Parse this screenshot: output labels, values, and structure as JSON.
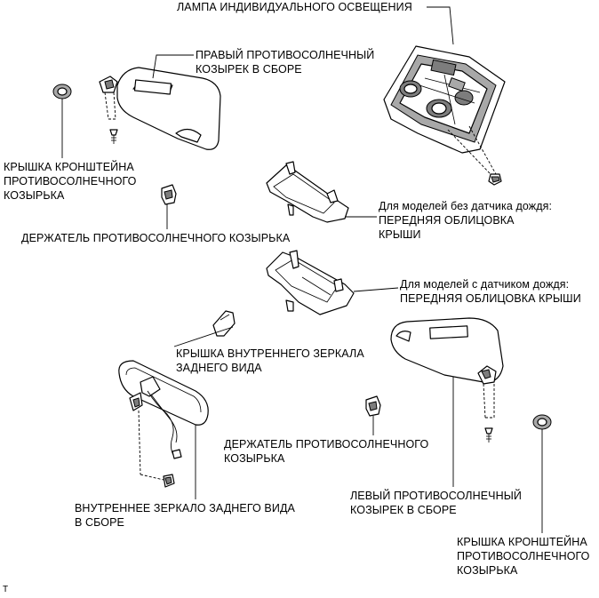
{
  "labels": {
    "lamp": "ЛАМПА ИНДИВИДУАЛЬНОГО ОСВЕЩЕНИЯ",
    "right_visor": [
      "ПРАВЫЙ ПРОТИВОСОЛНЕЧНЫЙ",
      "КОЗЫРЕК В СБОРЕ"
    ],
    "bracket_cover_top": [
      "КРЫШКА КРОНШТЕЙНА",
      "ПРОТИВОСОЛНЕЧНОГО",
      "КОЗЫРЬКА"
    ],
    "visor_holder_top": "ДЕРЖАТЕЛЬ ПРОТИВОСОЛНЕЧНОГО КОЗЫРЬКА",
    "roof_trim_no_rain": [
      "Для моделей без датчика дождя:",
      "ПЕРЕДНЯЯ ОБЛИЦОВКА",
      "КРЫШИ"
    ],
    "roof_trim_rain": [
      "Для моделей с датчиком дождя:",
      "ПЕРЕДНЯЯ ОБЛИЦОВКА КРЫШИ"
    ],
    "mirror_cover": [
      "КРЫШКА ВНУТРЕННЕГО ЗЕРКАЛА",
      "ЗАДНЕГО ВИДА"
    ],
    "visor_holder_bottom": [
      "ДЕРЖАТЕЛЬ ПРОТИВОСОЛНЕЧНОГО",
      "КОЗЫРЬКА"
    ],
    "left_visor": [
      "ЛЕВЫЙ ПРОТИВОСОЛНЕЧНЫЙ",
      "КОЗЫРЕК В СБОРЕ"
    ],
    "mirror": [
      "ВНУТРЕННЕЕ ЗЕРКАЛО ЗАДНЕГО ВИДА",
      "В СБОРЕ"
    ],
    "bracket_cover_bottom": [
      "КРЫШКА КРОНШТЕЙНА",
      "ПРОТИВОСОЛНЕЧНОГО",
      "КОЗЫРЬКА"
    ],
    "corner_mark": "T"
  }
}
